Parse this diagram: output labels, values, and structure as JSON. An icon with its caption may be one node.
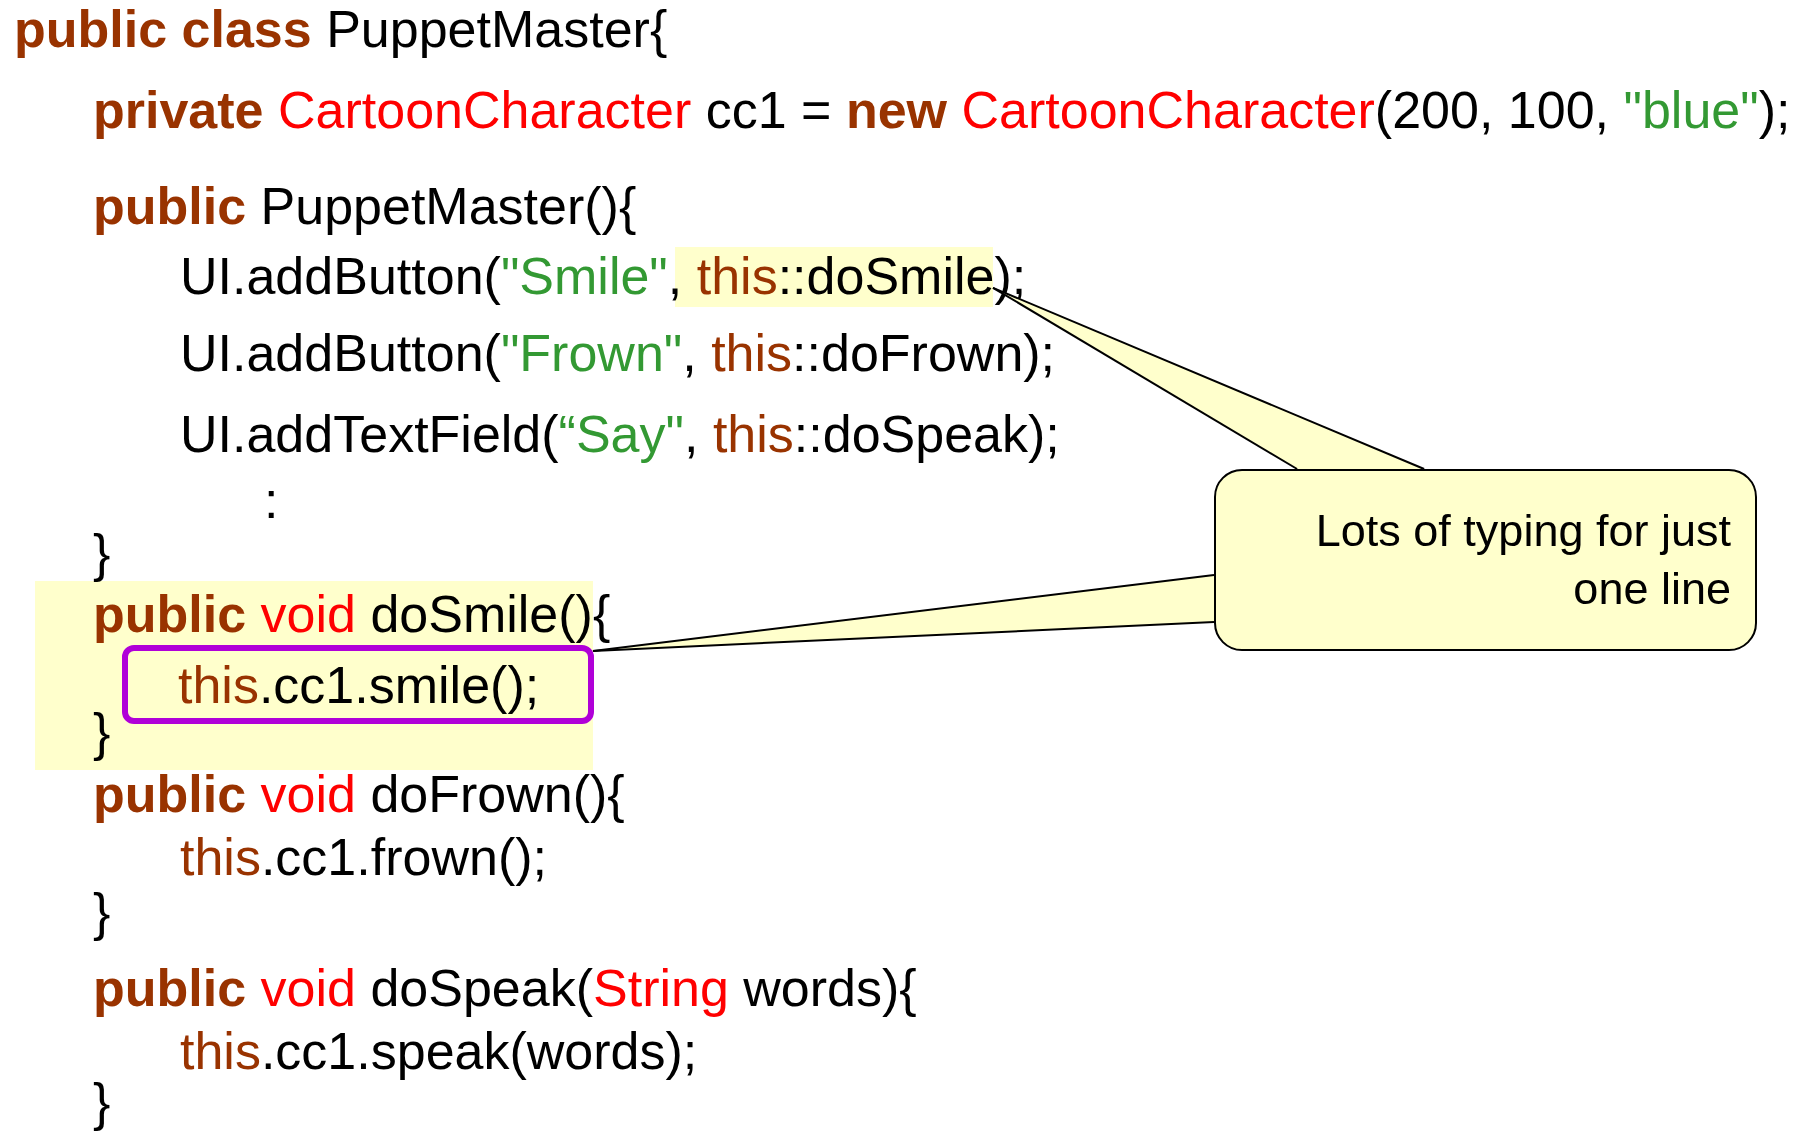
{
  "diagram": {
    "nodes": [
      {
        "text": [
          "Lots of typing for just one line"
        ]
      },
      {
        "text": [],
        "shape": "box"
      },
      {
        "text": [
          "public void doSmile(){",
          "}"
        ]
      },
      {
        "text": [
          "this.cc1.smile();"
        ],
        "in": 2
      }
    ],
    "edges": [
      {
        "from": 0,
        "to": 1,
        "arrow": "none"
      },
      {
        "from": 0,
        "to": 2,
        "arrow": "none"
      }
    ],
    "labels": [
      "public class PuppetMaster{",
      "private CartoonCharacter cc1 = new CartoonCharacter(200, 100, \"blue\");",
      "public PuppetMaster(){",
      "UI.addButton(\"Smile\", this::doSmile);",
      "UI.addButton(\"Frown\", this::doFrown);",
      "UI.addTextField(“Say\", this::doSpeak);",
      ":",
      "}",
      "public void doFrown(){",
      "this.cc1.frown();",
      "}",
      "public void doSpeak(String words){",
      "this.cc1.speak(words);",
      "}"
    ]
  }
}
